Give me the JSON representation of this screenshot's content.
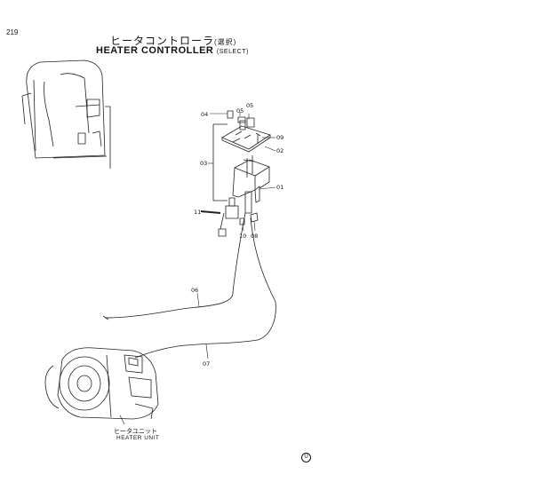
{
  "page_number": "219",
  "title_jp": "ヒータコントローラ",
  "title_jp_sub": "(選択)",
  "title_en": "HEATER CONTROLLER",
  "title_en_sub": "(SELECT)",
  "callouts": [
    "04",
    "05",
    "05",
    "09",
    "02",
    "03",
    "01",
    "11",
    "10",
    "08",
    "06",
    "07"
  ],
  "unit_label_jp": "ヒータユニット",
  "unit_label_en": "HEATER UNIT",
  "corner_mark": "U"
}
